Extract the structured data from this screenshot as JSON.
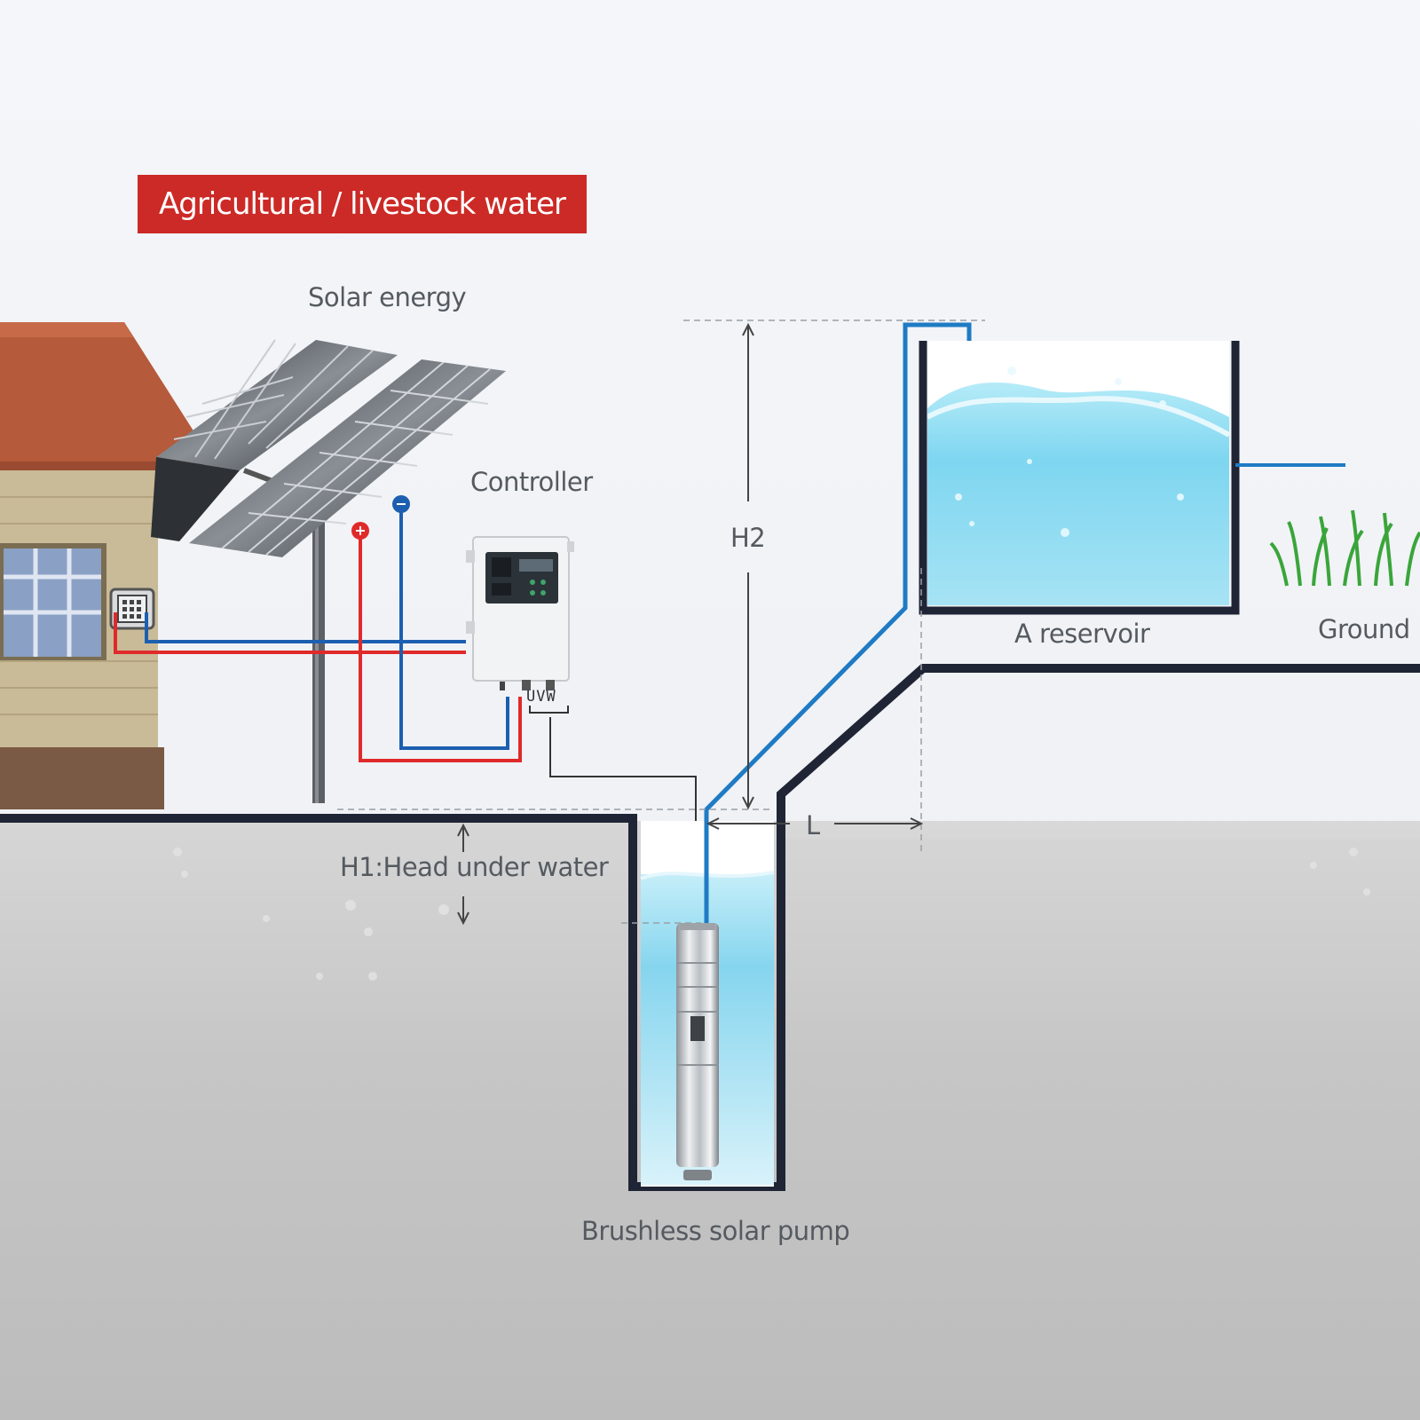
{
  "title": "Agricultural / livestock water",
  "labels": {
    "solar_energy": "Solar energy",
    "controller": "Controller",
    "h2": "H2",
    "reservoir": "A reservoir",
    "ground": "Ground",
    "l": "L",
    "h1": "H1:Head under water",
    "pump": "Brushless solar pump",
    "uvw": "UVW"
  },
  "colors": {
    "title_bg": "#cc2a26",
    "pipe_blue": "#1f7bc4",
    "wire_red": "#e02a2a",
    "wire_blue": "#1c5fb0",
    "outline": "#1f2535",
    "ground_fill": "#c4c4c4",
    "water": "#7fd3ec"
  },
  "icons": [
    "house-icon",
    "solar-panel-icon",
    "controller-icon",
    "pump-icon",
    "grass-icon",
    "reservoir-icon"
  ]
}
